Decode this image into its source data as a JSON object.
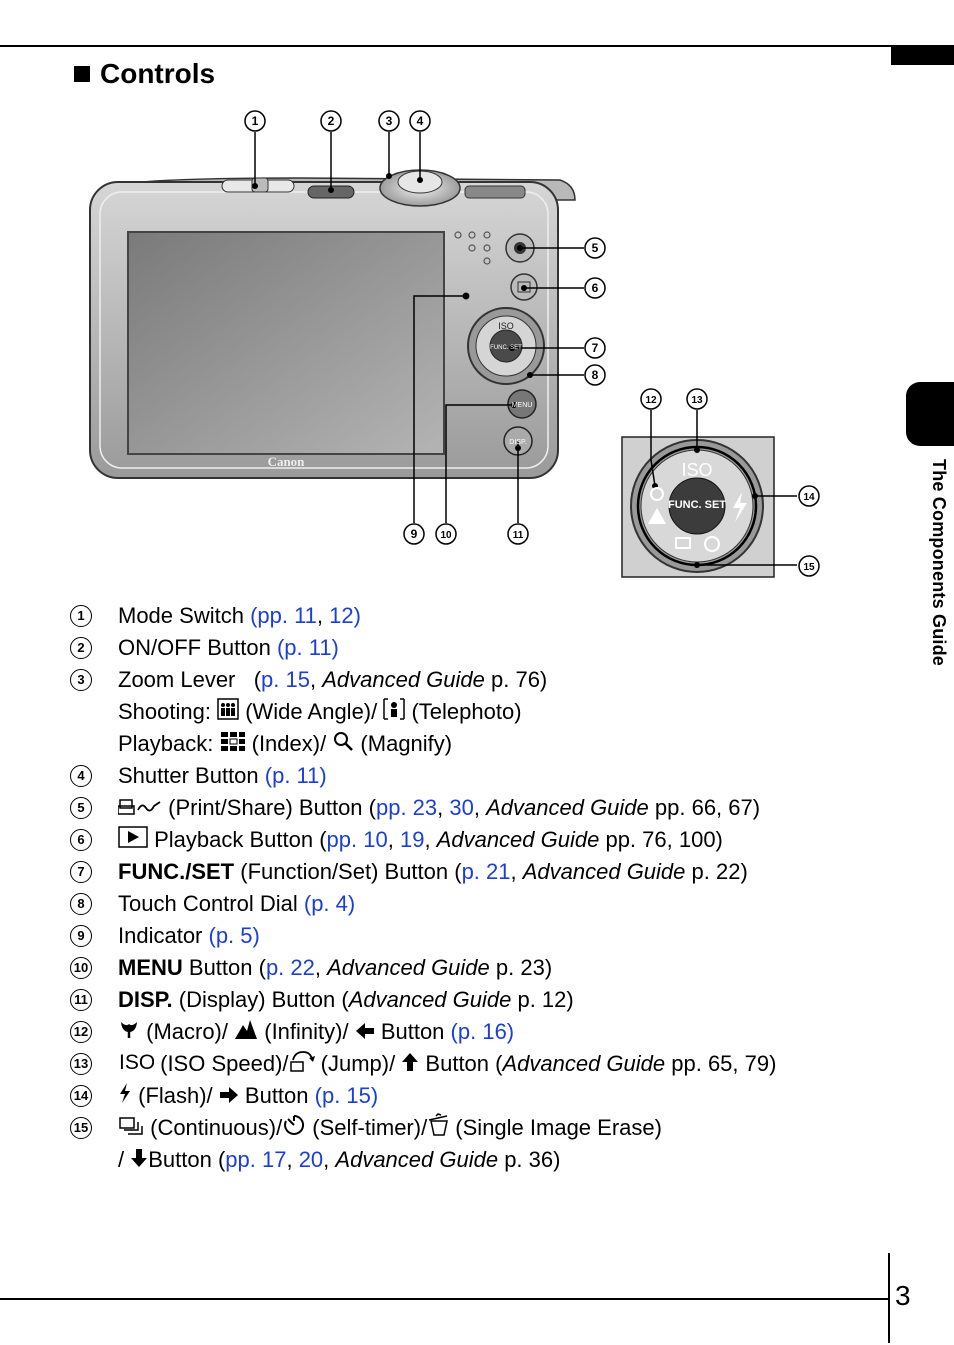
{
  "header": {
    "section_title": "Controls"
  },
  "side_tab": {
    "label": "The Components Guide"
  },
  "figure": {
    "callouts": [
      "1",
      "2",
      "3",
      "4",
      "5",
      "6",
      "7",
      "8",
      "9",
      "10",
      "11",
      "12",
      "13",
      "14",
      "15"
    ],
    "brand_text": "Canon",
    "dial_center_text": "FUNC. SET",
    "dial_top_text": "ISO",
    "menu_button_text": "MENU",
    "disp_button_text": "DISP."
  },
  "items": [
    {
      "num": "1",
      "parts": [
        {
          "t": "Mode Switch "
        },
        {
          "t": "(pp. 11",
          "c": "lnk"
        },
        {
          "t": ", "
        },
        {
          "t": "12)",
          "c": "lnk"
        }
      ]
    },
    {
      "num": "2",
      "parts": [
        {
          "t": "ON/OFF Button "
        },
        {
          "t": "(p. 11)",
          "c": "lnk"
        }
      ]
    },
    {
      "num": "3",
      "parts": [
        {
          "t": "Zoom Lever   ("
        },
        {
          "t": "p. 15",
          "c": "lnk"
        },
        {
          "t": ", "
        },
        {
          "t": "Advanced Guide",
          "c": "it"
        },
        {
          "t": " p. 76)"
        }
      ]
    },
    {
      "num": "",
      "parts": [
        {
          "t": "Shooting: "
        },
        {
          "icon": "wide-angle-icon"
        },
        {
          "t": " (Wide Angle)/ "
        },
        {
          "icon": "telephoto-icon"
        },
        {
          "t": " (Telephoto)"
        }
      ]
    },
    {
      "num": "",
      "parts": [
        {
          "t": "Playback: "
        },
        {
          "icon": "index-icon"
        },
        {
          "t": " (Index)/ "
        },
        {
          "icon": "magnify-icon"
        },
        {
          "t": " (Magnify)"
        }
      ]
    },
    {
      "num": "4",
      "parts": [
        {
          "t": "Shutter Button "
        },
        {
          "t": "(p. 11)",
          "c": "lnk"
        }
      ]
    },
    {
      "num": "5",
      "parts": [
        {
          "icon": "print-share-icon"
        },
        {
          "t": " (Print/Share) Button ("
        },
        {
          "t": "pp. 23",
          "c": "lnk"
        },
        {
          "t": ", "
        },
        {
          "t": "30",
          "c": "lnk"
        },
        {
          "t": ", "
        },
        {
          "t": "Advanced Guide",
          "c": "it"
        },
        {
          "t": " pp. 66, 67)"
        }
      ]
    },
    {
      "num": "6",
      "parts": [
        {
          "icon": "playback-icon"
        },
        {
          "t": " Playback Button ("
        },
        {
          "t": "pp. 10",
          "c": "lnk"
        },
        {
          "t": ", "
        },
        {
          "t": "19",
          "c": "lnk"
        },
        {
          "t": ", "
        },
        {
          "t": "Advanced Guide",
          "c": "it"
        },
        {
          "t": " pp. 76, 100)"
        }
      ]
    },
    {
      "num": "7",
      "parts": [
        {
          "t": "FUNC./SET",
          "c": "b"
        },
        {
          "t": " (Function/Set) Button ("
        },
        {
          "t": "p. 21",
          "c": "lnk"
        },
        {
          "t": ", "
        },
        {
          "t": "Advanced Guide",
          "c": "it"
        },
        {
          "t": " p. 22)"
        }
      ]
    },
    {
      "num": "8",
      "parts": [
        {
          "t": "Touch Control Dial "
        },
        {
          "t": "(p. 4)",
          "c": "lnk"
        }
      ]
    },
    {
      "num": "9",
      "parts": [
        {
          "t": "Indicator "
        },
        {
          "t": "(p. 5)",
          "c": "lnk"
        }
      ]
    },
    {
      "num": "10",
      "parts": [
        {
          "t": "MENU",
          "c": "b"
        },
        {
          "t": " Button ("
        },
        {
          "t": "p. 22",
          "c": "lnk"
        },
        {
          "t": ", "
        },
        {
          "t": "Advanced Guide",
          "c": "it"
        },
        {
          "t": " p. 23)"
        }
      ]
    },
    {
      "num": "11",
      "parts": [
        {
          "t": "DISP.",
          "c": "b"
        },
        {
          "t": " (Display) Button ("
        },
        {
          "t": "Advanced Guide",
          "c": "it"
        },
        {
          "t": " p. 12)"
        }
      ]
    },
    {
      "num": "12",
      "parts": [
        {
          "icon": "macro-icon"
        },
        {
          "t": " (Macro)/ "
        },
        {
          "icon": "infinity-icon"
        },
        {
          "t": " (Infinity)/ "
        },
        {
          "icon": "arrow-left-icon"
        },
        {
          "t": " Button "
        },
        {
          "t": "(p. 16)",
          "c": "lnk"
        }
      ]
    },
    {
      "num": "13",
      "parts": [
        {
          "icon": "iso-icon"
        },
        {
          "t": " (ISO Speed)/"
        },
        {
          "icon": "jump-icon"
        },
        {
          "t": " (Jump)/ "
        },
        {
          "icon": "arrow-up-icon"
        },
        {
          "t": " Button ("
        },
        {
          "t": "Advanced Guide",
          "c": "it"
        },
        {
          "t": " pp. 65, 79)"
        }
      ]
    },
    {
      "num": "14",
      "parts": [
        {
          "icon": "flash-icon"
        },
        {
          "t": " (Flash)/ "
        },
        {
          "icon": "arrow-right-icon"
        },
        {
          "t": " Button "
        },
        {
          "t": "(p. 15)",
          "c": "lnk"
        }
      ]
    },
    {
      "num": "15",
      "parts": [
        {
          "icon": "continuous-icon"
        },
        {
          "t": " (Continuous)/"
        },
        {
          "icon": "self-timer-icon"
        },
        {
          "t": " (Self-timer)/"
        },
        {
          "icon": "erase-icon"
        },
        {
          "t": " (Single Image Erase)"
        }
      ]
    },
    {
      "num": "",
      "parts": [
        {
          "t": "/ "
        },
        {
          "icon": "arrow-down-icon"
        },
        {
          "t": "Button ("
        },
        {
          "t": "pp. 17",
          "c": "lnk"
        },
        {
          "t": ", "
        },
        {
          "t": "20",
          "c": "lnk"
        },
        {
          "t": ", "
        },
        {
          "t": "Advanced Guide",
          "c": "it"
        },
        {
          "t": " p. 36)"
        }
      ]
    }
  ],
  "footer": {
    "page_number": "3"
  }
}
